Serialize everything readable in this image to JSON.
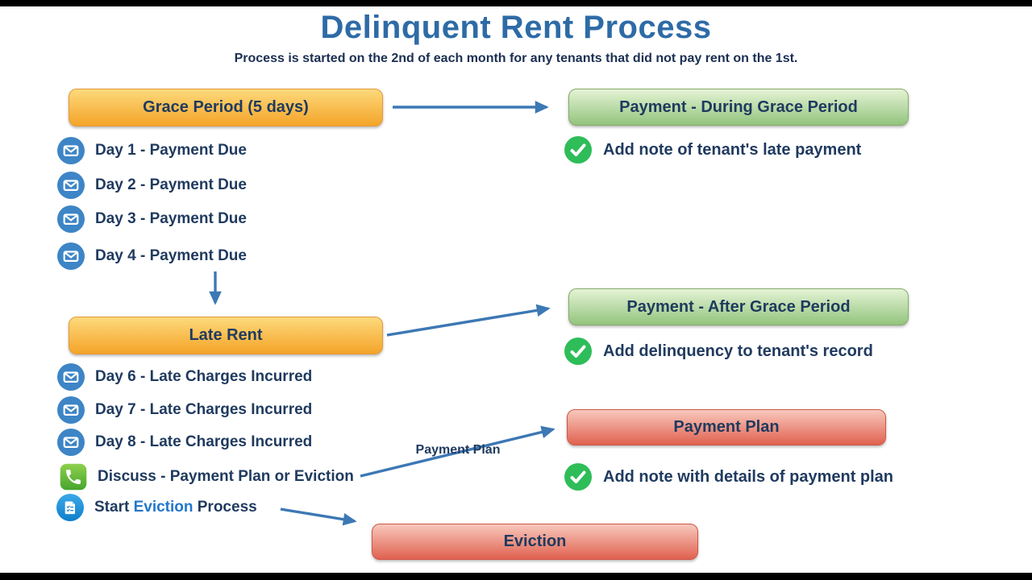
{
  "header": {
    "title": "Delinquent Rent Process",
    "subtitle": "Process is started on the 2nd of each month for any tenants that did not pay rent on the 1st."
  },
  "left": {
    "grace_box": "Grace Period (5 days)",
    "grace_items": [
      "Day 1 - Payment Due",
      "Day 2 - Payment Due",
      "Day 3 - Payment Due",
      "Day 4 - Payment Due"
    ],
    "late_box": "Late Rent",
    "late_items": [
      "Day 6 - Late Charges Incurred",
      "Day 7 - Late Charges Incurred",
      "Day 8 - Late Charges Incurred"
    ],
    "discuss_item": "Discuss - Payment Plan or Eviction",
    "start_eviction": {
      "prefix": "Start ",
      "link": "Eviction",
      "suffix": " Process"
    }
  },
  "right": {
    "during_box": "Payment - During Grace Period",
    "during_note": "Add note of tenant's late payment",
    "after_box": "Payment - After Grace Period",
    "after_note": "Add delinquency to tenant's record",
    "plan_box": "Payment Plan",
    "plan_note": "Add note with details of payment plan",
    "plan_arrow_label": "Payment Plan",
    "eviction_box": "Eviction"
  },
  "colors": {
    "title_blue": "#2e6ba6",
    "text_navy": "#1f3a5f",
    "arrow_blue": "#3c78b4",
    "orange_top": "#fdd97c",
    "orange_bottom": "#f4a428",
    "green_top": "#e4f3d5",
    "green_bottom": "#93c47d",
    "red_top": "#f8c8bd",
    "red_bottom": "#e0614f",
    "check_green": "#2ebd59",
    "email_blue": "#3d85c6",
    "doc_blue": "#1e88d3",
    "phone_green": "#55b93c",
    "eviction_link_blue": "#2277cc"
  }
}
